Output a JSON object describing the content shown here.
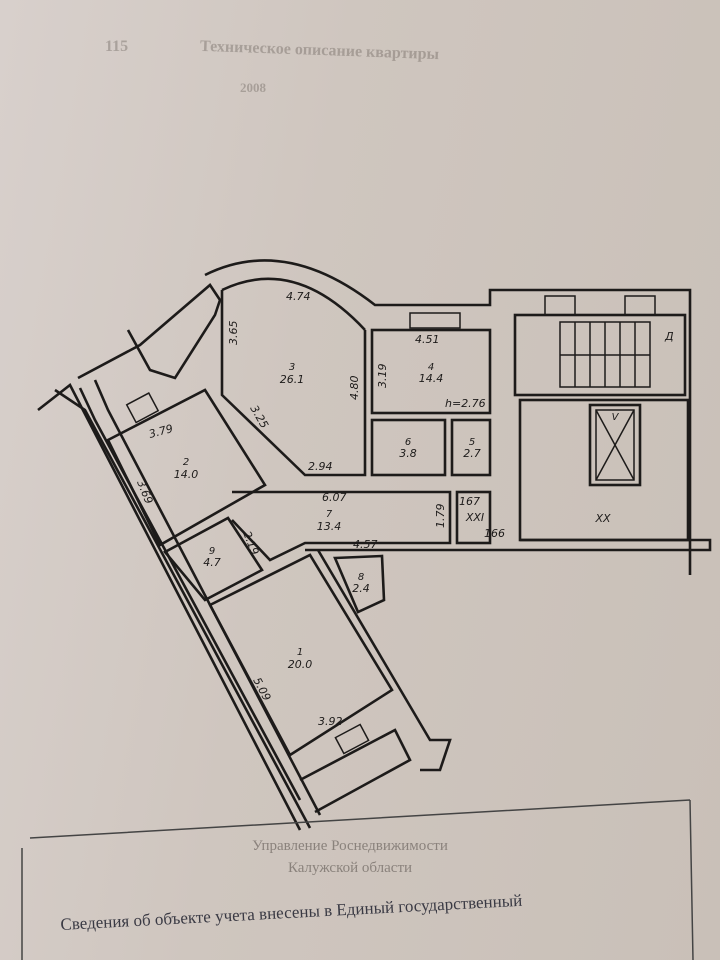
{
  "header_faint": {
    "code": "115",
    "title": "Техническое описание квартиры",
    "year": "2008"
  },
  "rooms": [
    {
      "num": "1",
      "area": "20.0"
    },
    {
      "num": "2",
      "area": "14.0"
    },
    {
      "num": "3",
      "area": "26.1"
    },
    {
      "num": "4",
      "area": "14.4"
    },
    {
      "num": "5",
      "area": "2.7"
    },
    {
      "num": "6",
      "area": "3.8"
    },
    {
      "num": "7",
      "area": "13.4"
    },
    {
      "num": "8",
      "area": "2.4"
    },
    {
      "num": "9",
      "area": "4.7"
    }
  ],
  "common": {
    "xxi": "XXI",
    "xx": "XX",
    "d": "Д",
    "v": "V"
  },
  "height": "h=2.76",
  "dims": {
    "d474": "4.74",
    "d365": "3.65",
    "d480": "4.80",
    "d325": "3.25",
    "d294": "2.94",
    "d451": "4.51",
    "d319": "3.19",
    "d379": "3.79",
    "d369": "3.69",
    "d607": "6.07",
    "d179": "1.79",
    "d167": "167",
    "d166": "166",
    "d219": "2.19",
    "d457": "4.57",
    "d509": "5.09",
    "d392": "3.92"
  },
  "stamp": {
    "line1": "Управление Роснедвижимости",
    "line2": "Калужской области",
    "line3": "Сведения об объекте учета внесены в Единый государственный"
  }
}
